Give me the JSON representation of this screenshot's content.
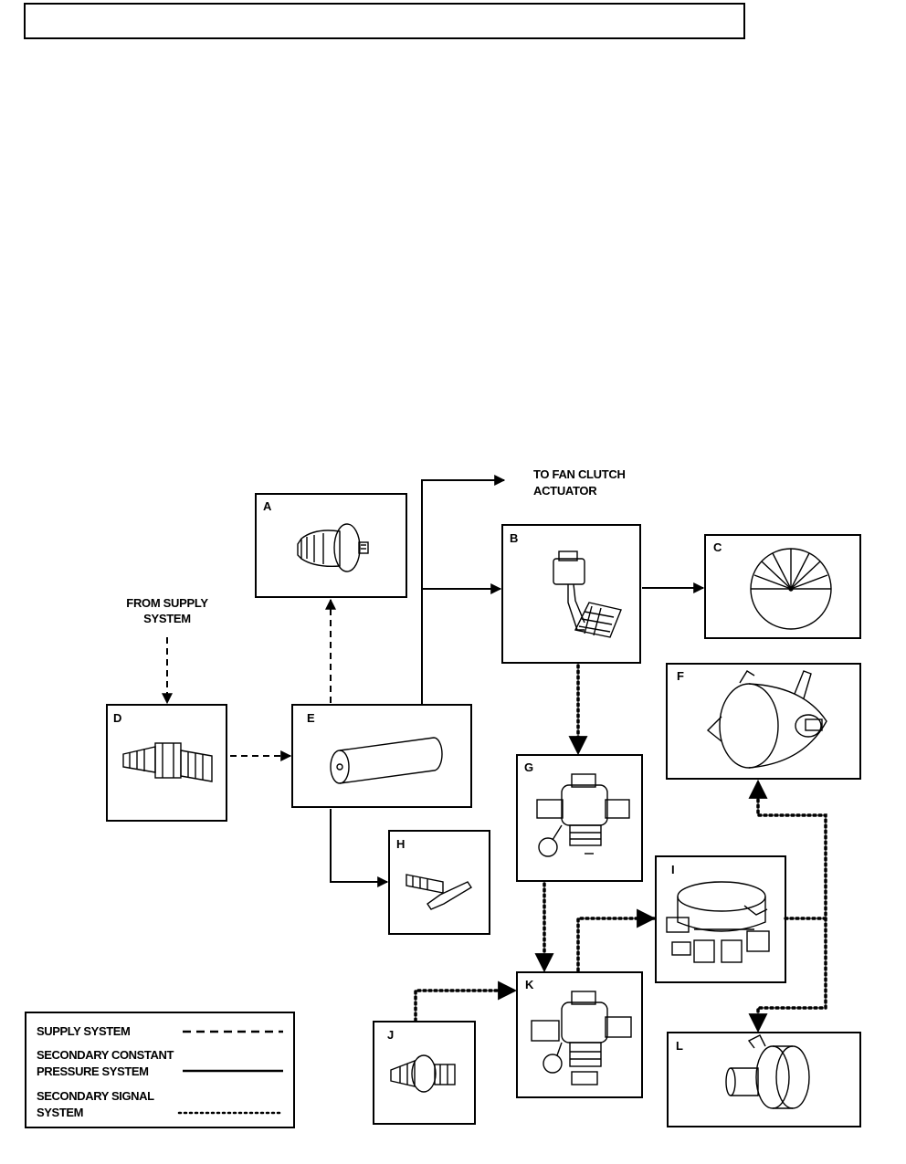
{
  "components": {
    "A": "A",
    "B": "B",
    "C": "C",
    "D": "D",
    "E": "E",
    "F": "F",
    "G": "G",
    "H": "H",
    "I": "I",
    "J": "J",
    "K": "K",
    "L": "L"
  },
  "notes": {
    "fan_clutch_line1": "TO FAN CLUTCH",
    "fan_clutch_line2": "ACTUATOR",
    "supply_line1": "FROM SUPPLY",
    "supply_line2": "SYSTEM"
  },
  "legend": {
    "supply": "SUPPLY SYSTEM",
    "constant_line1": "SECONDARY CONSTANT",
    "constant_line2": "PRESSURE SYSTEM",
    "signal_line1": "SECONDARY SIGNAL",
    "signal_line2": "SYSTEM"
  }
}
